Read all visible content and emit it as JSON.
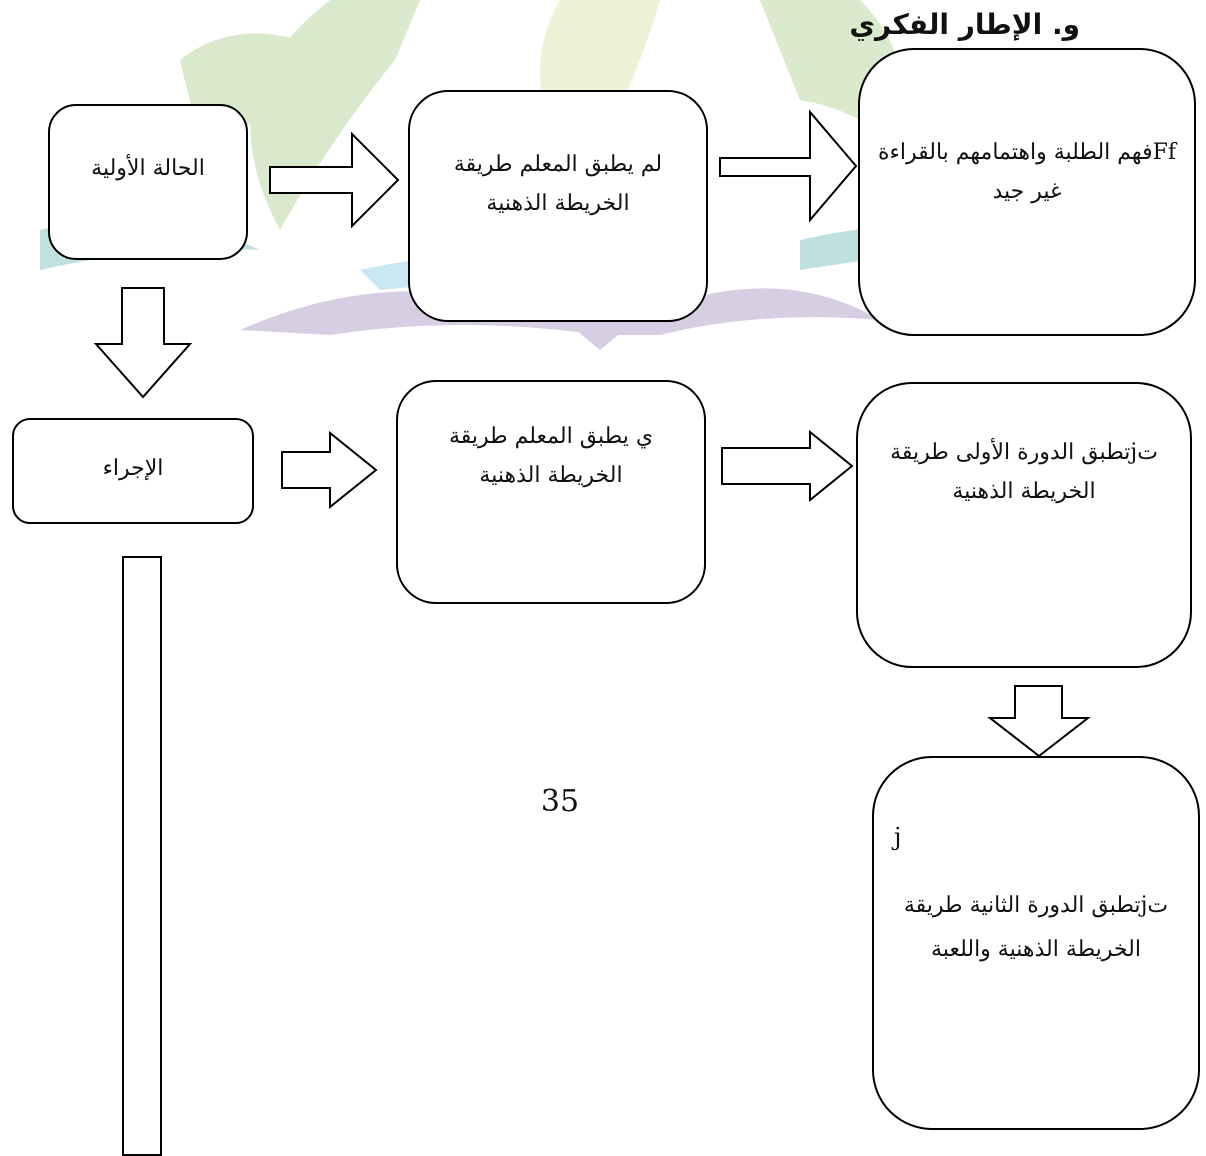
{
  "title": "و. الإطار الفكري",
  "boxes": {
    "initial_state": "الحالة الأولية",
    "teacher_not_applying": "لم يطبق المعلم طريقة الخريطة الذهنية",
    "students_understanding": "Ffفهم الطلبة واهتمامهم بالقراءة غير جيد",
    "procedure": "الإجراء",
    "teacher_applying": "ي يطبق المعلم طريقة الخريطة الذهنية",
    "cycle_one": "تjتطبق الدورة الأولى طريقة الخريطة الذهنية",
    "cycle_two_letter": "j",
    "cycle_two": "تjتطبق الدورة الثانية طريقة الخريطة الذهنية واللعبة"
  },
  "page_number": "35",
  "colors": {
    "watermark_green": "#b9d8a4",
    "watermark_teal": "#8cc7c9",
    "watermark_purple": "#b8a7cf",
    "watermark_blue": "#9fd5ea"
  }
}
